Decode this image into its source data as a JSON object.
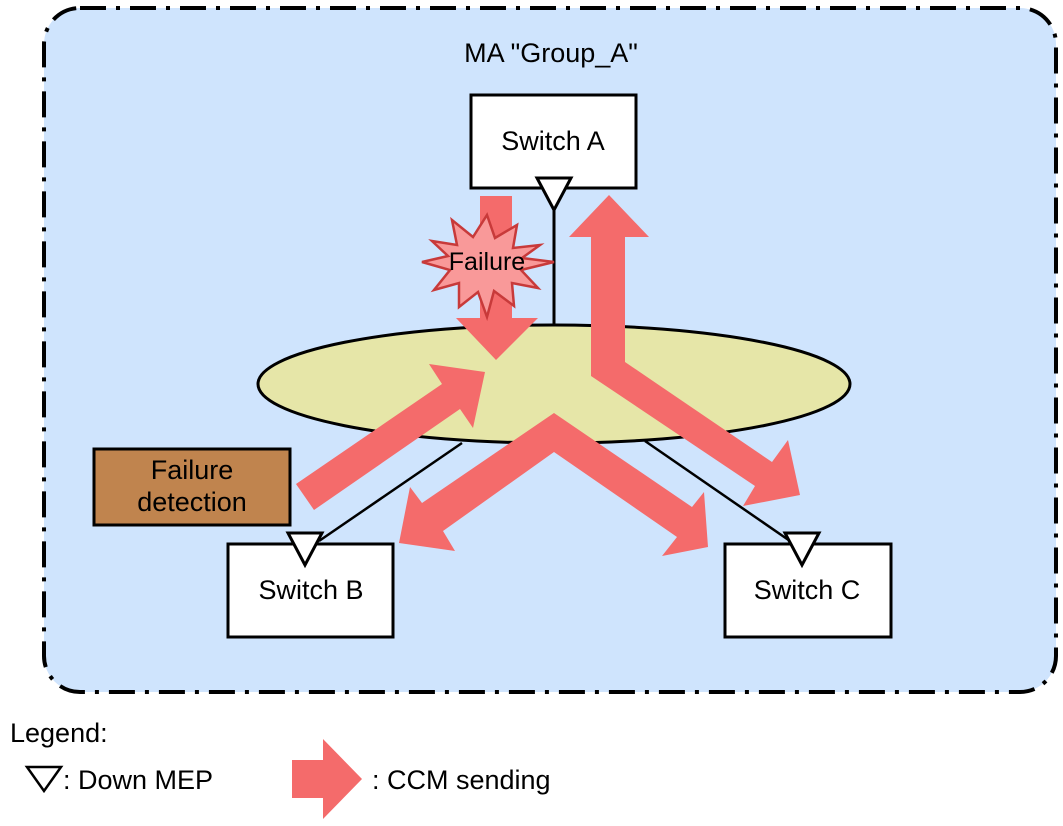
{
  "diagram": {
    "title": "MA \"Group_A\"",
    "colors": {
      "ma_background": "#CFE4FD",
      "lan_ellipse": "#E6E6A8",
      "ccm_arrow": "#F46B6B",
      "failure_burst_fill": "#F99999",
      "failure_burst_stroke": "#C83A3A",
      "failure_detection_box": "#C0844E",
      "switch_box": "#FFFFFF"
    },
    "switches": [
      {
        "id": "A",
        "label": "Switch A"
      },
      {
        "id": "B",
        "label": "Switch B"
      },
      {
        "id": "C",
        "label": "Switch C"
      }
    ],
    "failure_label": "Failure",
    "failure_detection": {
      "line1": "Failure",
      "line2": "detection"
    }
  },
  "legend": {
    "title": "Legend:",
    "items": [
      {
        "icon": "down-triangle-icon",
        "label": ": Down MEP"
      },
      {
        "icon": "ccm-arrow-icon",
        "label": ": CCM sending"
      }
    ]
  }
}
